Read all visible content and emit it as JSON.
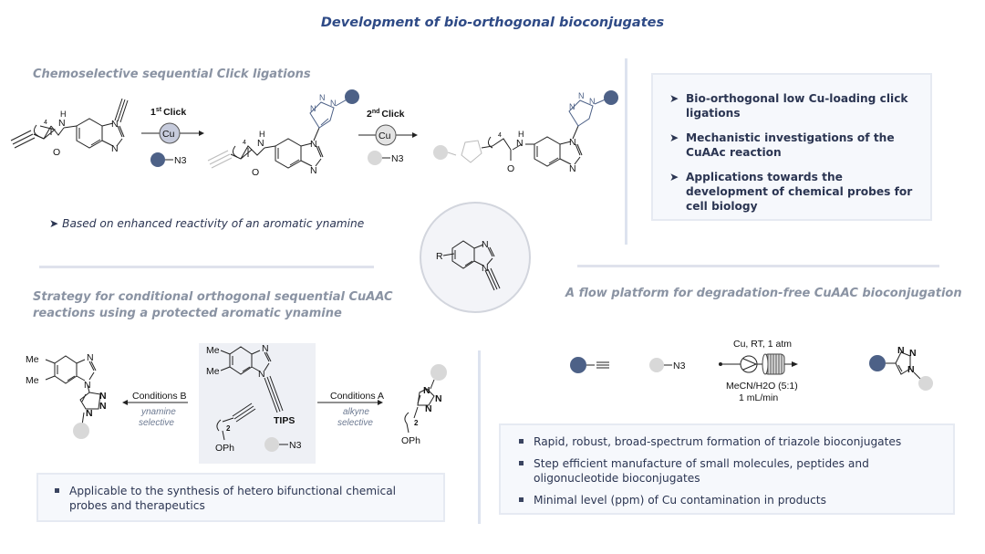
{
  "title": "Development of bio-orthogonal bioconjugates",
  "colors": {
    "accent_dark": "#4d6187",
    "accent_light": "#d8d8d8",
    "title_blue": "#2e4a86",
    "section_gray": "#8a93a3",
    "box_bg": "#f6f8fc"
  },
  "section1": {
    "title": "Chemoselective sequential Click ligations",
    "step1_label": "1st Click",
    "step1_sup": "st",
    "step1_word": "Click",
    "step1_num": "1",
    "step2_num": "2",
    "step2_sup": "nd",
    "step2_word": "Click",
    "catalyst": "Cu",
    "reagent": "N3",
    "chain_index": "4",
    "atoms": {
      "N": "N",
      "H": "H",
      "O": "O"
    },
    "note": "Based on enhanced reactivity of an aromatic ynamine"
  },
  "info_box": {
    "items": [
      "Bio-orthogonal low Cu-loading click ligations",
      "Mechanistic investigations of the CuAAc reaction",
      "Applications towards the development of chemical probes for cell biology"
    ]
  },
  "center": {
    "substituent": "R"
  },
  "section2": {
    "title_line1": "Strategy for conditional orthogonal sequential CuAAC",
    "title_line2": "reactions using a protected aromatic ynamine",
    "conditions_b": "Conditions B",
    "conditions_b_sel1": "ynamine",
    "conditions_b_sel2": "selective",
    "conditions_a": "Conditions A",
    "conditions_a_sel1": "alkyne",
    "conditions_a_sel2": "selective",
    "me": "Me",
    "tips": "TIPS",
    "oph": "OPh",
    "chain_index": "2",
    "bullet": "Applicable to the synthesis of hetero bifunctional chemical probes and therapeutics"
  },
  "section3": {
    "title": "A flow platform for degradation-free CuAAC bioconjugation",
    "conditions_top": "Cu, RT, 1 atm",
    "solvent": "MeCN/H2O (5:1)",
    "flow_rate": "1 mL/min",
    "bullets": [
      "Rapid, robust, broad-spectrum formation of triazole bioconjugates",
      "Step efficient manufacture of small molecules, peptides and oligonucleotide bioconjugates",
      "Minimal level (ppm) of Cu contamination in products"
    ]
  }
}
